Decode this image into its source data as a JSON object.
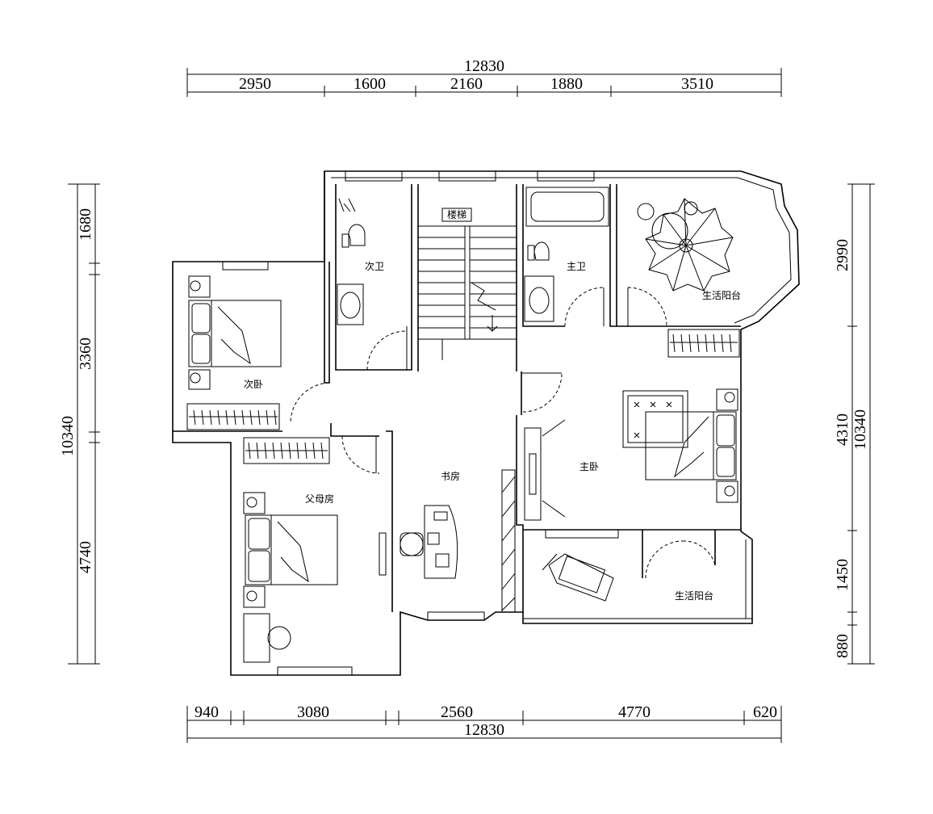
{
  "dimensions": {
    "top_total": "12830",
    "top_segments": [
      "2950",
      "1600",
      "2160",
      "1880",
      "3510"
    ],
    "bottom_total": "12830",
    "bottom_segments": [
      "940",
      "3080",
      "2560",
      "4770",
      "620"
    ],
    "left_total": "10340",
    "left_segments": [
      "1680",
      "3360",
      "4740"
    ],
    "right_total": "10340",
    "right_segments": [
      "2990",
      "4310",
      "1450",
      "880"
    ]
  },
  "rooms": {
    "stairs": "楼梯",
    "second_bath": "次卫",
    "master_bath": "主卫",
    "balcony_top": "生活阳台",
    "second_bedroom": "次卧",
    "study": "书房",
    "master_bedroom": "主卧",
    "parents_room": "父母房",
    "balcony_bottom": "生活阳台"
  }
}
